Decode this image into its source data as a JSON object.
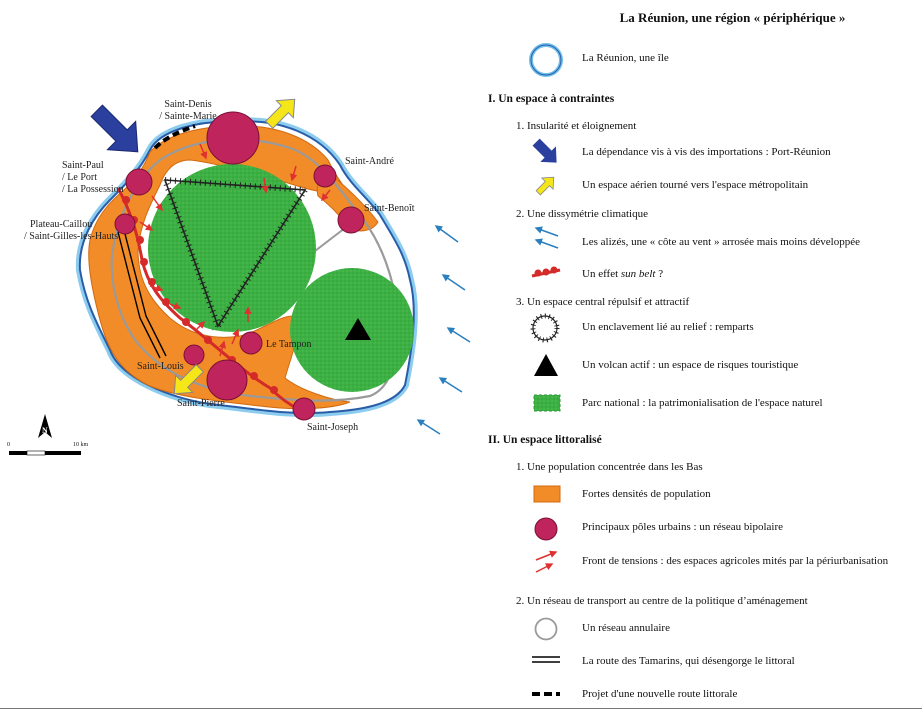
{
  "title": "La Réunion, une région « périphérique »",
  "legend": {
    "island": "La Réunion, une île",
    "section1": {
      "heading": "I. Un espace à contraintes",
      "sub1": "1. Insularité et éloignement",
      "imports": "La dépendance vis à vis des importations : Port-Réunion",
      "air": "Un espace aérien tourné vers l'espace métropolitain",
      "sub2": "2. Une dissymétrie climatique",
      "winds": "Les alizés, une « côte au vent » arrosée mais moins développée",
      "sunbelt_prefix": "Un effet ",
      "sunbelt_em": "sun belt",
      "sunbelt_suffix": " ?",
      "sub3": "3. Un espace central répulsif et attractif",
      "ramparts": "Un enclavement lié au relief : remparts",
      "volcano": "Un volcan actif : un espace de risques touristique",
      "park": "Parc national : la patrimonialisation de l'espace naturel"
    },
    "section2": {
      "heading": "II. Un espace littoralisé",
      "sub1": "1. Une population concentrée dans les Bas",
      "density": "Fortes densités de population",
      "poles": "Principaux pôles urbains : un réseau bipolaire",
      "front": "Front de tensions : des espaces agricoles mités par la périurbanisation",
      "sub2": "2. Un réseau de transport au centre de la politique d’aménagement",
      "ring": "Un réseau annulaire",
      "tamarins": "La route des Tamarins, qui désengorge le littoral",
      "new_road": "Projet d'une nouvelle route littorale"
    }
  },
  "map": {
    "places": {
      "saint_denis": "Saint-Denis",
      "sainte_marie": "/ Sainte-Marie",
      "saint_paul": "Saint-Paul",
      "le_port": "/ Le Port",
      "la_possession": "/ La Possession",
      "plateau_caillou": "Plateau-Caillou",
      "saint_gilles": "/ Saint-Gilles-les-Hauts",
      "saint_andre": "Saint-André",
      "saint_benoit": "Saint-Benoît",
      "le_tampon": "Le Tampon",
      "saint_louis": "Saint-Louis",
      "saint_pierre": "Saint-Pierre",
      "saint_joseph": "Saint-Joseph"
    },
    "north_label": "N",
    "scale": {
      "start": "0",
      "end": "10 km"
    }
  },
  "colors": {
    "orange": "#f28c28",
    "crimson": "#c0245c",
    "green": "#3cb043",
    "blue": "#2a3f9e",
    "sea": "#4aa3df",
    "yellow": "#f5e61a",
    "red": "#e03030"
  }
}
